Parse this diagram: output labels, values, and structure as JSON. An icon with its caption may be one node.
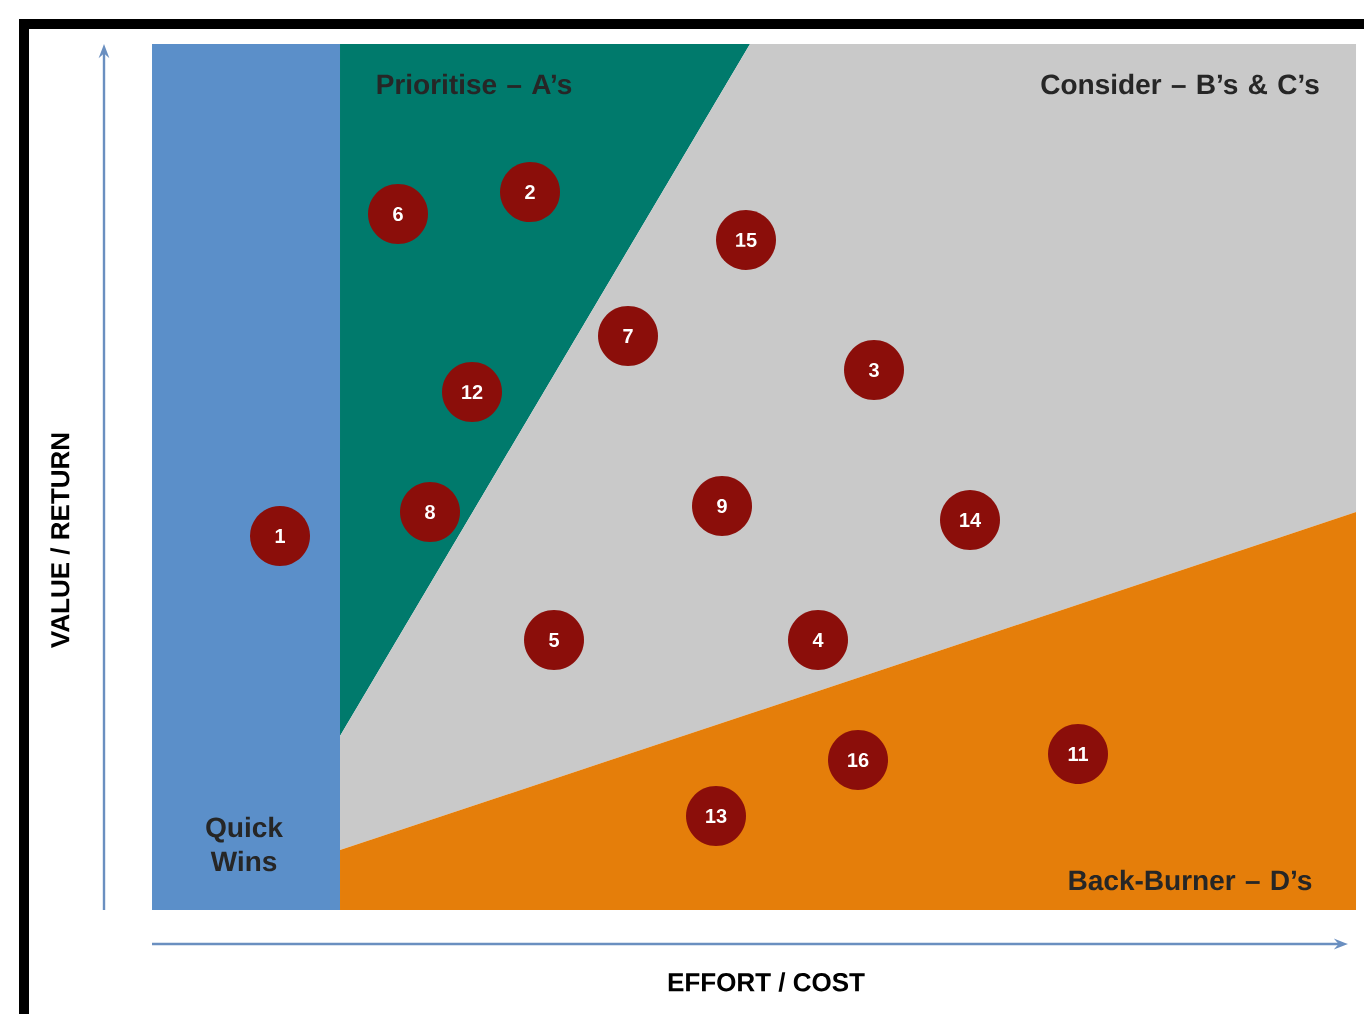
{
  "diagram": {
    "nodes": [
      {
        "text": [
          "Quick Wins"
        ]
      },
      {
        "text": [
          "Prioritise – A’s"
        ]
      },
      {
        "text": [
          "Consider – B’s & C’s"
        ]
      },
      {
        "text": [
          "Back-Burner – D’s"
        ]
      },
      {
        "text": [
          "1"
        ],
        "in": 0
      },
      {
        "text": [
          "2"
        ],
        "in": 1
      },
      {
        "text": [
          "3"
        ],
        "in": 2
      },
      {
        "text": [
          "4"
        ],
        "in": 2
      },
      {
        "text": [
          "5"
        ],
        "in": 2
      },
      {
        "text": [
          "6"
        ],
        "in": 1
      },
      {
        "text": [
          "7"
        ],
        "in": 2
      },
      {
        "text": [
          "8"
        ],
        "in": 1
      },
      {
        "text": [
          "9"
        ],
        "in": 2
      },
      {
        "text": [
          "11"
        ],
        "in": 3
      },
      {
        "text": [
          "12"
        ],
        "in": 1
      },
      {
        "text": [
          "13"
        ],
        "in": 3
      },
      {
        "text": [
          "14"
        ],
        "in": 2
      },
      {
        "text": [
          "15"
        ],
        "in": 2
      },
      {
        "text": [
          "16"
        ],
        "in": 3
      }
    ],
    "labels": [
      "VALUE / RETURN",
      "EFFORT / COST"
    ]
  }
}
